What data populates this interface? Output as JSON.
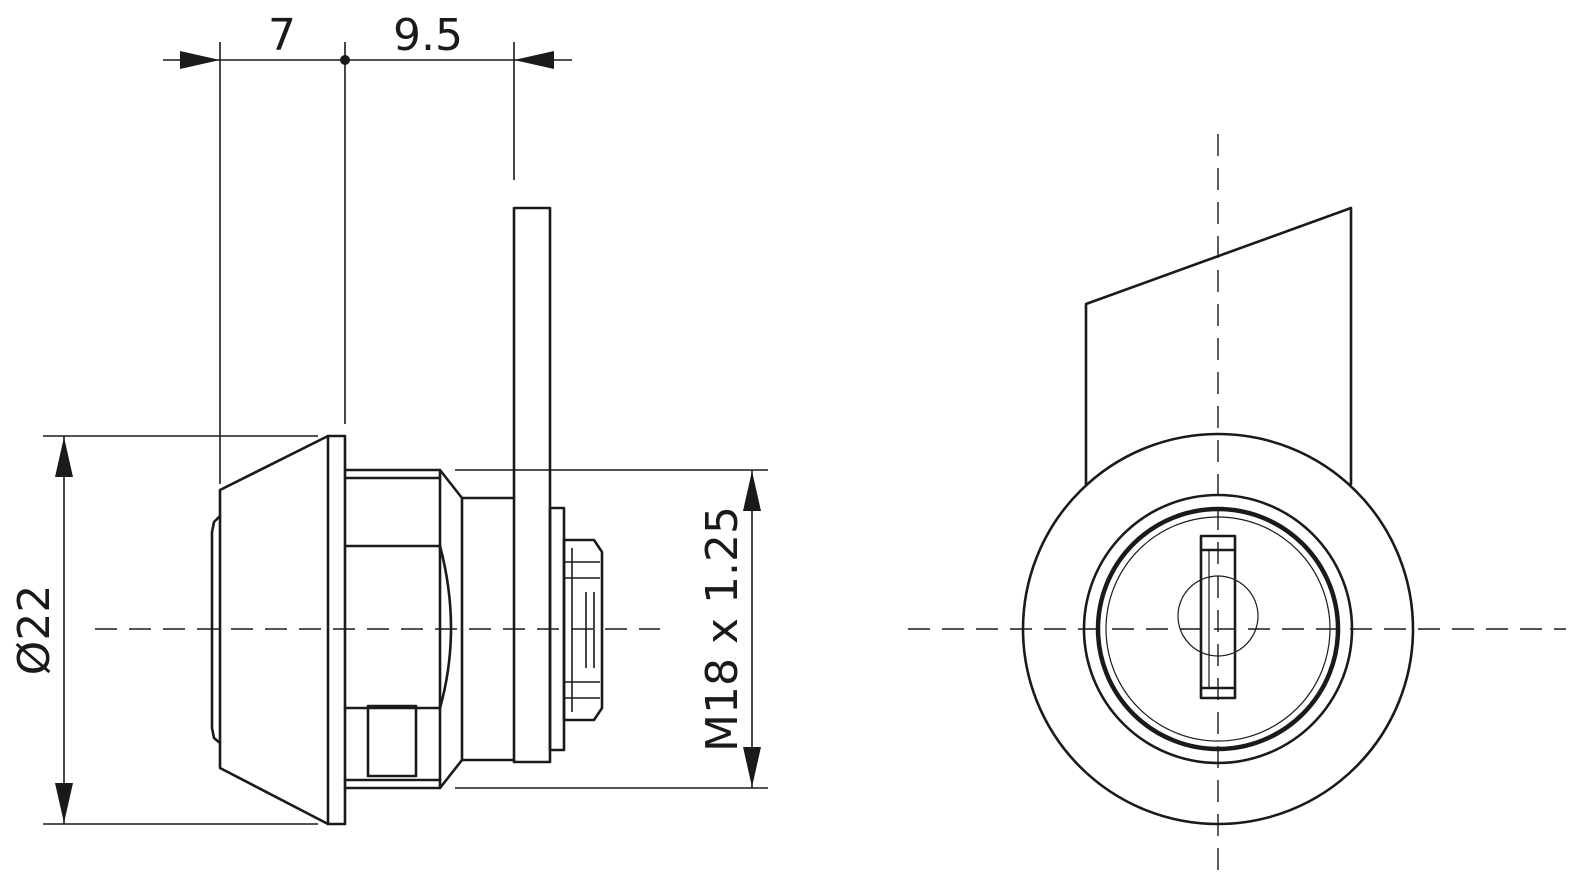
{
  "diagram": {
    "dimensions": {
      "flange_offset": "7",
      "cam_offset": "9.5",
      "diameter": "Ø22",
      "thread": "M18 x 1.25"
    },
    "colors": {
      "line": "#1a1a1a",
      "background": "#ffffff"
    }
  }
}
